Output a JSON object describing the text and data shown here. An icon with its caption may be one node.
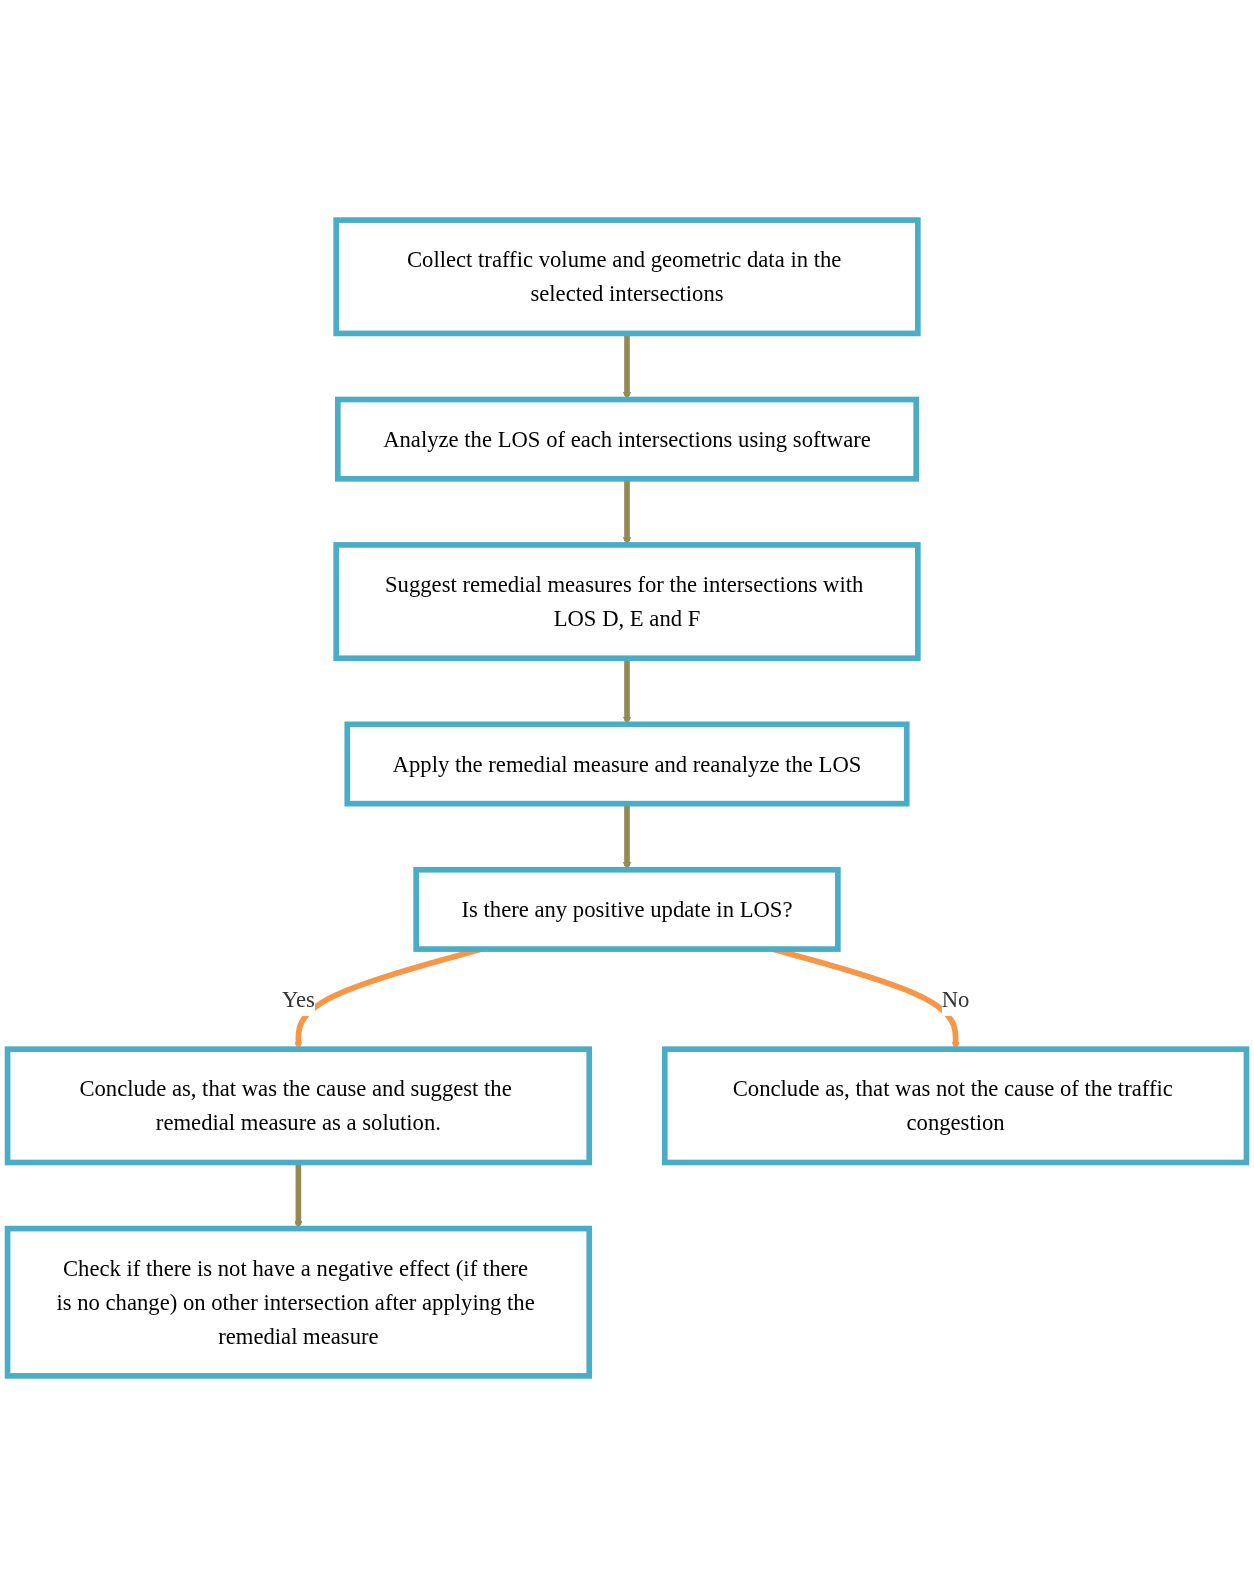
{
  "diagram": {
    "nodes": [
      {
        "text": [
          "Collect traffic volume and geometric data in the selected intersections"
        ]
      },
      {
        "text": [
          "Analyze the LOS of each intersections using software"
        ]
      },
      {
        "text": [
          "Suggest remedial measures for the intersections with LOS D, E and F"
        ]
      },
      {
        "text": [
          "Apply the remedial measure and reanalyze the LOS"
        ]
      },
      {
        "text": [
          "Is there any positive update in LOS?"
        ]
      },
      {
        "text": [
          "Conclude as, that was the cause and suggest the remedial measure as a solution."
        ]
      },
      {
        "text": [
          "Conclude as, that was not the cause of the traffic congestion"
        ]
      },
      {
        "text": [
          "Check if there is not have a negative effect (if there is no change) on other intersection after applying the remedial measure"
        ]
      }
    ],
    "edges": [
      {
        "from": 0,
        "to": 1,
        "arrow": "to"
      },
      {
        "from": 1,
        "to": 2,
        "arrow": "to"
      },
      {
        "from": 2,
        "to": 3,
        "arrow": "to"
      },
      {
        "from": 3,
        "to": 4,
        "arrow": "to"
      },
      {
        "from": 4,
        "to": 5,
        "arrow": "to",
        "label": "Yes",
        "color": "#f79646"
      },
      {
        "from": 4,
        "to": 6,
        "arrow": "to",
        "label": "No",
        "color": "#f79646"
      },
      {
        "from": 5,
        "to": 7,
        "arrow": "to"
      }
    ]
  }
}
